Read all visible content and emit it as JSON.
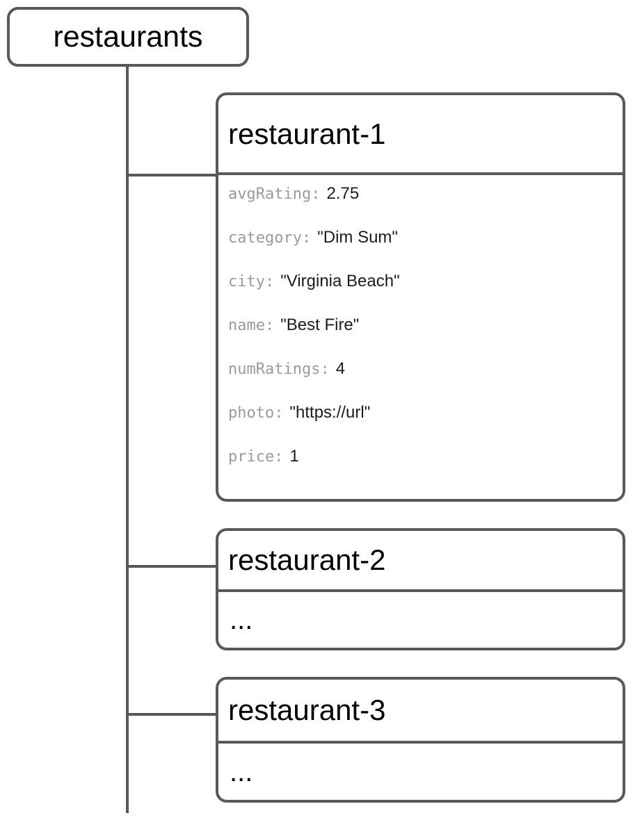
{
  "diagram": {
    "type": "firestore-collection-tree",
    "line_color": "#595959",
    "root": {
      "label": "restaurants",
      "kind": "collection"
    },
    "documents": [
      {
        "title": "restaurant-1",
        "kind": "document",
        "fields": [
          {
            "key": "avgRating:",
            "value": "2.75"
          },
          {
            "key": "category:",
            "value": "\"Dim Sum\""
          },
          {
            "key": "city:",
            "value": "\"Virginia Beach\""
          },
          {
            "key": "name:",
            "value": "\"Best Fire\""
          },
          {
            "key": "numRatings:",
            "value": "4"
          },
          {
            "key": "photo:",
            "value": "\"https://url\""
          },
          {
            "key": "price:",
            "value": "1"
          }
        ]
      },
      {
        "title": "restaurant-2",
        "kind": "document",
        "placeholder": "..."
      },
      {
        "title": "restaurant-3",
        "kind": "document",
        "placeholder": "..."
      }
    ]
  }
}
